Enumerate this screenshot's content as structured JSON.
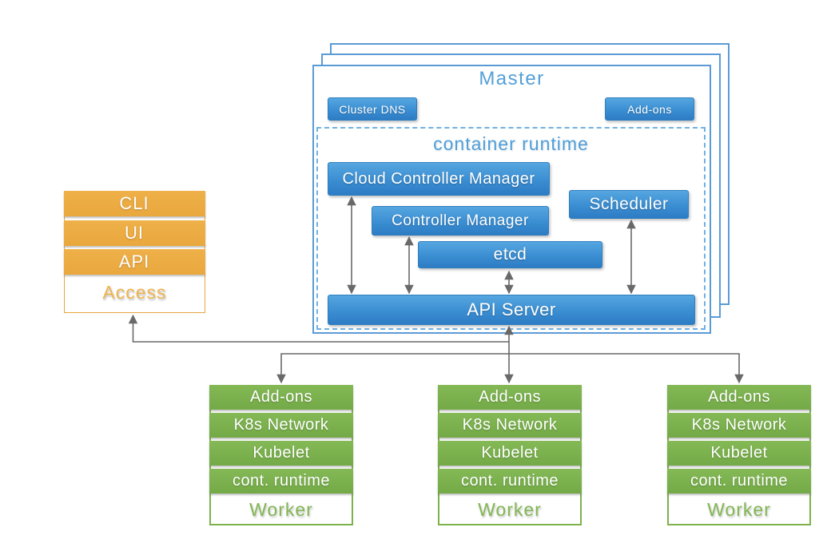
{
  "master": {
    "title": "Master",
    "buttons": {
      "cluster_dns": "Cluster DNS",
      "addons": "Add-ons"
    },
    "container_runtime": {
      "label": "container runtime",
      "components": {
        "cloud_controller_manager": "Cloud Controller Manager",
        "controller_manager": "Controller Manager",
        "scheduler": "Scheduler",
        "etcd": "etcd",
        "api_server": "API Server"
      }
    }
  },
  "access": {
    "label": "Access",
    "layers": [
      "CLI",
      "UI",
      "API"
    ]
  },
  "workers": [
    {
      "label": "Worker",
      "layers": [
        "Add-ons",
        "K8s Network",
        "Kubelet",
        "cont. runtime"
      ]
    },
    {
      "label": "Worker",
      "layers": [
        "Add-ons",
        "K8s Network",
        "Kubelet",
        "cont. runtime"
      ]
    },
    {
      "label": "Worker",
      "layers": [
        "Add-ons",
        "K8s Network",
        "Kubelet",
        "cont. runtime"
      ]
    }
  ],
  "colors": {
    "blue_gradient_top": "#55a6e0",
    "blue_gradient_bottom": "#2d7cc4",
    "master_border": "#5b9bd5",
    "dashed_border": "#6fb1e4",
    "blue_title_text": "#54a0d8",
    "orange_fill": "#eaaa40",
    "orange_label_text": "#f0b34c",
    "green_fill": "#7bb04d",
    "green_label_text": "#83b755",
    "arrow_gray": "#696969"
  }
}
